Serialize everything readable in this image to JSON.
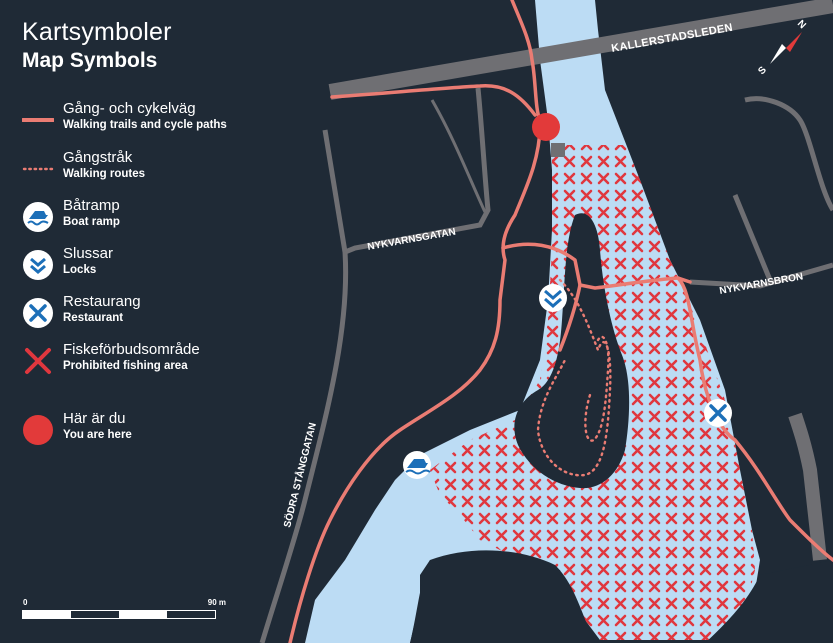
{
  "legend": {
    "title_sv": "Kartsymboler",
    "title_en": "Map Symbols",
    "items": [
      {
        "sv": "Gång- och cykelväg",
        "en": "Walking trails and cycle paths",
        "icon": "path-line-icon"
      },
      {
        "sv": "Gångstråk",
        "en": "Walking routes",
        "icon": "dotted-route-icon"
      },
      {
        "sv": "Båtramp",
        "en": "Boat ramp",
        "icon": "boat-ramp-icon"
      },
      {
        "sv": "Slussar",
        "en": "Locks",
        "icon": "locks-icon"
      },
      {
        "sv": "Restaurang",
        "en": "Restaurant",
        "icon": "restaurant-icon"
      },
      {
        "sv": "Fiskeförbudsområde",
        "en": "Prohibited fishing area",
        "icon": "no-fishing-cross-icon"
      },
      {
        "sv": "Här är du",
        "en": "You are here",
        "icon": "you-are-here-dot-icon"
      }
    ]
  },
  "scale": {
    "start": "0",
    "end": "90 m"
  },
  "compass": {
    "north": "N",
    "south": "S"
  },
  "streets": {
    "kallerstadsleden": "KALLERSTADSLEDEN",
    "nykvarnsgatan": "NYKVARNSGATAN",
    "nykvarnsbron": "NYKVARNSBRON",
    "sodra_stanggatan": "SÖDRA STÅNGGATAN"
  },
  "colors": {
    "background": "#1f2a36",
    "water": "#bcdcf4",
    "road": "#6f6f73",
    "path": "#ea7c73",
    "prohibited": "#e0373e",
    "you_are_here": "#e23a3a",
    "icon_blue": "#1c6fb8"
  }
}
